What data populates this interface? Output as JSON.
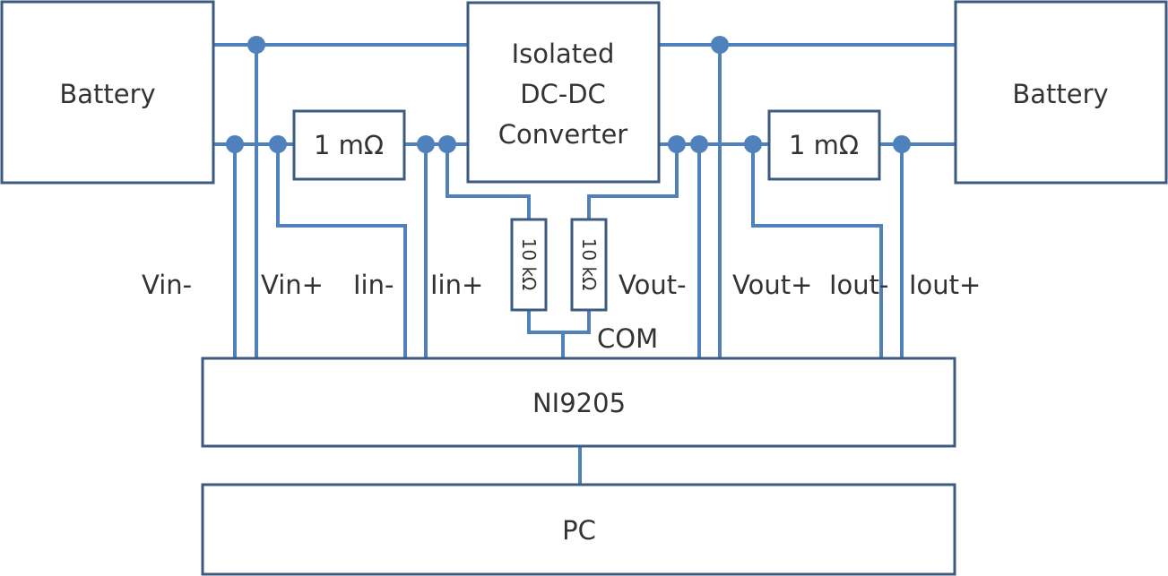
{
  "blocks": {
    "battery_left": "Battery",
    "battery_right": "Battery",
    "converter_line1": "Isolated",
    "converter_line2": "DC-DC",
    "converter_line3": "Converter",
    "shunt_left": "1 mΩ",
    "shunt_right": "1 mΩ",
    "daq": "NI9205",
    "pc": "PC"
  },
  "resistors": {
    "left": "10 kΩ",
    "right": "10 kΩ"
  },
  "signals": {
    "vin_minus": "Vin-",
    "vin_plus": "Vin+",
    "iin_minus": "Iin-",
    "iin_plus": "Iin+",
    "vout_minus": "Vout-",
    "vout_plus": "Vout+",
    "iout_minus": "Iout-",
    "iout_plus": "Iout+",
    "com": "COM"
  },
  "colors": {
    "wire": "#4f81bd",
    "box_border": "#3d5a80",
    "text": "#333333"
  }
}
